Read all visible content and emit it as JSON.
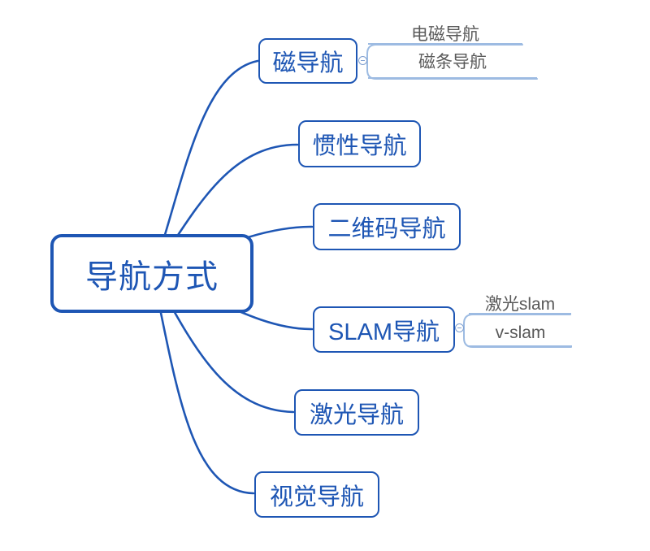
{
  "root": {
    "label": "导航方式"
  },
  "branches": [
    {
      "label": "磁导航",
      "children": [
        {
          "label": "电磁导航"
        },
        {
          "label": "磁条导航"
        }
      ]
    },
    {
      "label": "惯性导航",
      "children": []
    },
    {
      "label": "二维码导航",
      "children": []
    },
    {
      "label": "SLAM导航",
      "children": [
        {
          "label": "激光slam"
        },
        {
          "label": "v-slam"
        }
      ]
    },
    {
      "label": "激光导航",
      "children": []
    },
    {
      "label": "视觉导航",
      "children": []
    }
  ],
  "toggles": [
    {
      "for": "磁导航",
      "state": "expanded"
    },
    {
      "for": "SLAM导航",
      "state": "expanded"
    }
  ],
  "colors": {
    "accent_blue": "#1e56b4",
    "subtopic_line_blue": "#9dbbe2",
    "subtopic_text_gray": "#595959",
    "toggle_blue": "#7e9fd0",
    "background": "#ffffff"
  }
}
